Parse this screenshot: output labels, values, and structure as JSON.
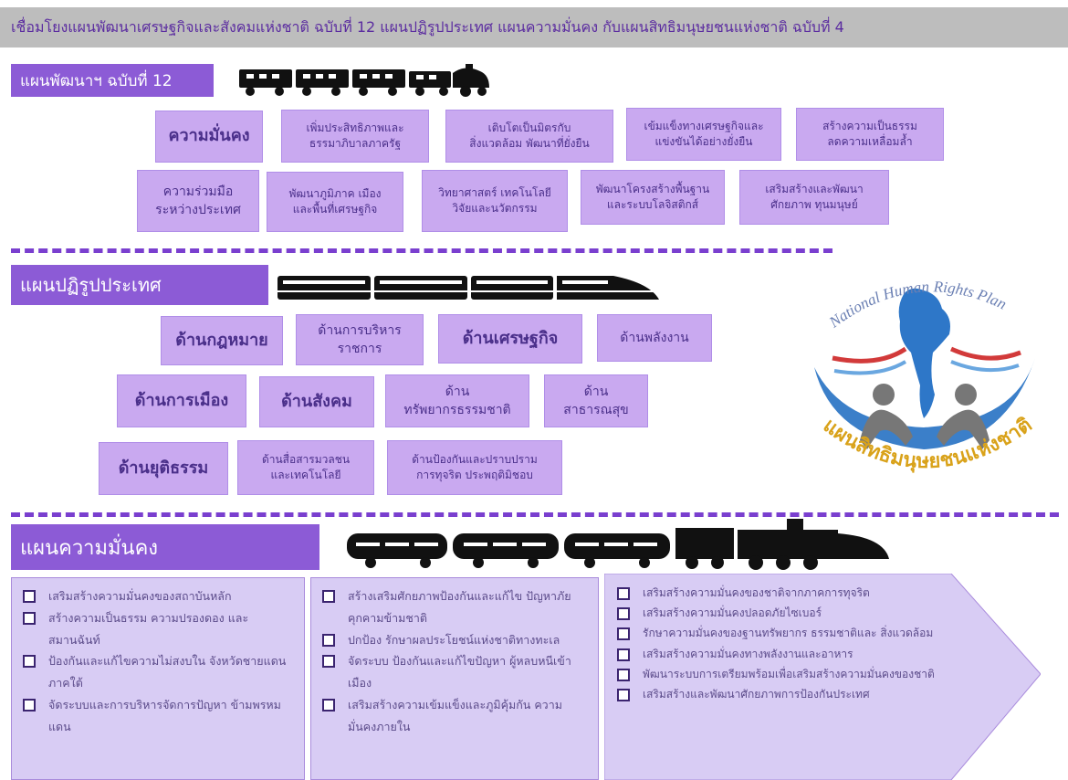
{
  "header": {
    "title": "เชื่อมโยงแผนพัฒนาเศรษฐกิจและสังคมแห่งชาติ ฉบับที่ 12 แผนปฏิรูปประเทศ แผนความมั่นคง กับแผนสิทธิมนุษยชนแห่งชาติ ฉบับที่ 4"
  },
  "dev_plan": {
    "label": "แผนพัฒนาฯ ฉบับที่ 12",
    "row1": [
      [
        "ความมั่นคง"
      ],
      [
        "เพิ่มประสิทธิภาพและ",
        "ธรรมาภิบาลภาครัฐ"
      ],
      [
        "เติบโตเป็นมิตรกับ",
        "สิ่งแวดล้อม พัฒนาที่ยั่งยืน"
      ],
      [
        "เข้มแข็งทางเศรษฐกิจและ",
        "แข่งขันได้อย่างยั่งยืน"
      ],
      [
        "สร้างความเป็นธรรม",
        "ลดความเหลื่อมล้ำ"
      ]
    ],
    "row2": [
      [
        "ความร่วมมือ",
        "ระหว่างประเทศ"
      ],
      [
        "พัฒนาภูมิภาค เมือง",
        "และพื้นที่เศรษฐกิจ"
      ],
      [
        "วิทยาศาสตร์ เทคโนโลยี",
        "วิจัยและนวัตกรรม"
      ],
      [
        "พัฒนาโครงสร้างพื้นฐาน",
        "และระบบโลจิสติกส์"
      ],
      [
        "เสริมสร้างและพัฒนา",
        "ศักยภาพ ทุนมนุษย์"
      ]
    ]
  },
  "reform_plan": {
    "label": "แผนปฏิรูปประเทศ",
    "row1": [
      [
        "ด้านกฎหมาย"
      ],
      [
        "ด้านการบริหาร",
        "ราชการ"
      ],
      [
        "ด้านเศรษฐกิจ"
      ],
      [
        "ด้านพลังงาน"
      ]
    ],
    "row2": [
      [
        "ด้านการเมือง"
      ],
      [
        "ด้านสังคม"
      ],
      [
        "ด้าน",
        "ทรัพยากรธรรมชาติ"
      ],
      [
        "ด้าน",
        "สาธารณสุข"
      ]
    ],
    "row3": [
      [
        "ด้านยุติธรรม"
      ],
      [
        "ด้านสื่อสารมวลชน",
        "และเทคโนโลยี"
      ],
      [
        "ด้านป้องกันและปราบปราม",
        "การทุจริต ประพฤติมิชอบ"
      ]
    ]
  },
  "security_plan": {
    "label": "แผนความมั่นคง",
    "col1": [
      "เสริมสร้างความมั่นคงของสถาบันหลัก",
      "สร้างความเป็นธรรม ความปรองดอง และสมานฉันท์",
      "ป้องกันและแก้ไขความไม่สงบใน จังหวัดชายแดนภาคใต้",
      "จัดระบบและการบริหารจัดการปัญหา ข้ามพรหมแดน"
    ],
    "col2": [
      "สร้างเสริมศักยภาพป้องกันและแก้ไข ปัญหาภัยคุกคามข้ามชาติ",
      "ปกป้อง รักษาผลประโยชน์แห่งชาติทางทะเล",
      "จัดระบบ ป้องกันและแก้ไขปัญหา ผู้หลบหนีเข้าเมือง",
      "เสริมสร้างความเข้มแข็งและภูมิคุ้มกัน ความมั่นคงภายใน"
    ],
    "col3": [
      "เสริมสร้างความมั่นคงของชาติจากภาคการทุจริต",
      "เสริมสร้างความมั่นคงปลอดภัยไซเบอร์",
      "รักษาความมั่นคงของฐานทรัพยากร ธรรมชาติและ สิ่งแวดล้อม",
      "เสริมสร้างความมั่นคงทางพลังงานและอาหาร",
      "พัฒนาระบบการเตรียมพร้อมเพื่อเสริมสร้างความมั่นคงของชาติ",
      "เสริมสร้างและพัฒนาศักยภาพการป้องกันประเทศ"
    ]
  },
  "logo": {
    "arc_text": "National Human Rights Plan",
    "thai_text": "แผนสิทธิมนุษยชนแห่งชาติ"
  },
  "colors": {
    "accent": "#8c5bd6",
    "box": "#c9a9f0",
    "dash": "#7a3fcf",
    "panel": "#d8ccf4"
  }
}
